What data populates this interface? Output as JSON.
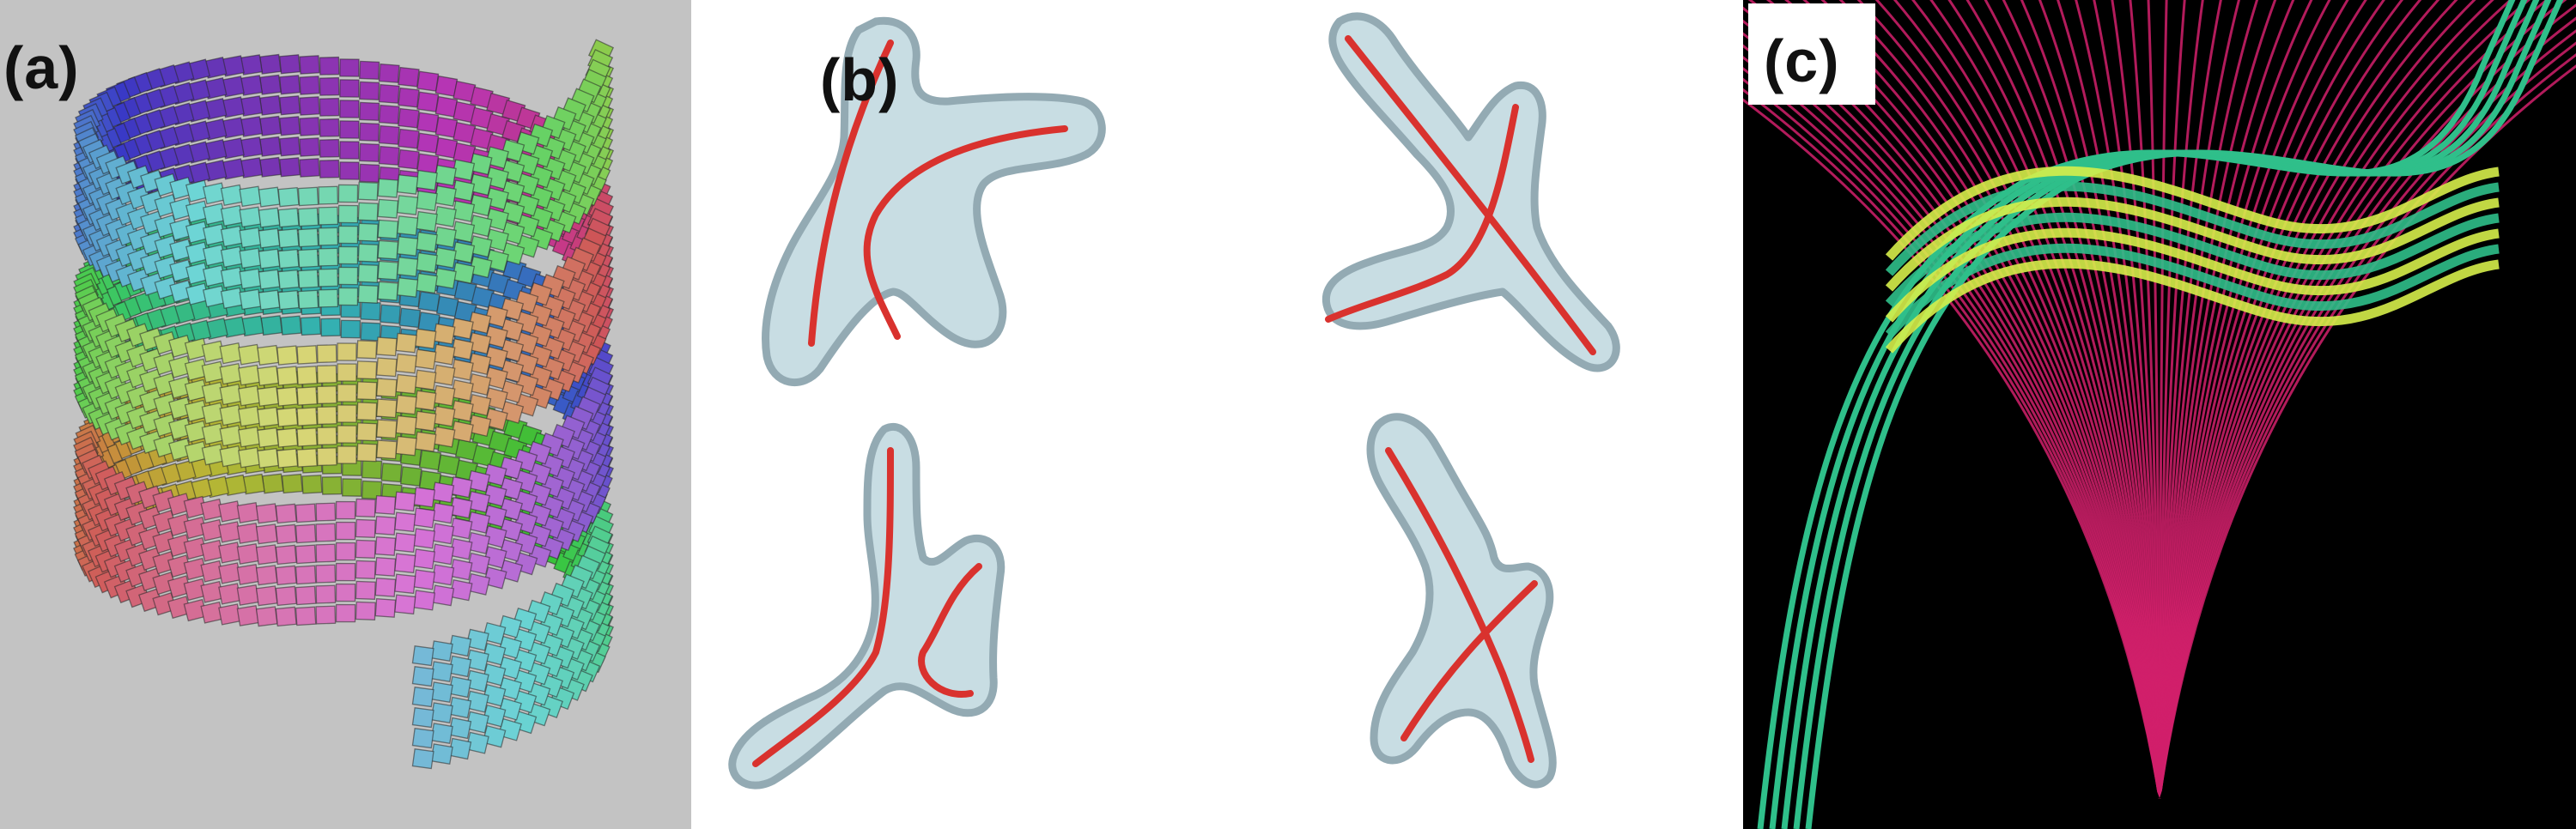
{
  "panels": {
    "a": {
      "label": "(a)"
    },
    "b": {
      "label": "(b)"
    },
    "c": {
      "label": "(c)"
    }
  },
  "colors": {
    "panel_a_background": "#c3c3c3",
    "panel_c_background": "#000000",
    "blob_fill": "#c8dde3",
    "blob_edge": "#93aab3",
    "skeleton_curve": "#d9322e",
    "ray_magenta": "#d1206b",
    "ray_green": "#2fbf8a",
    "band_yellow": "#d6ee4a"
  }
}
